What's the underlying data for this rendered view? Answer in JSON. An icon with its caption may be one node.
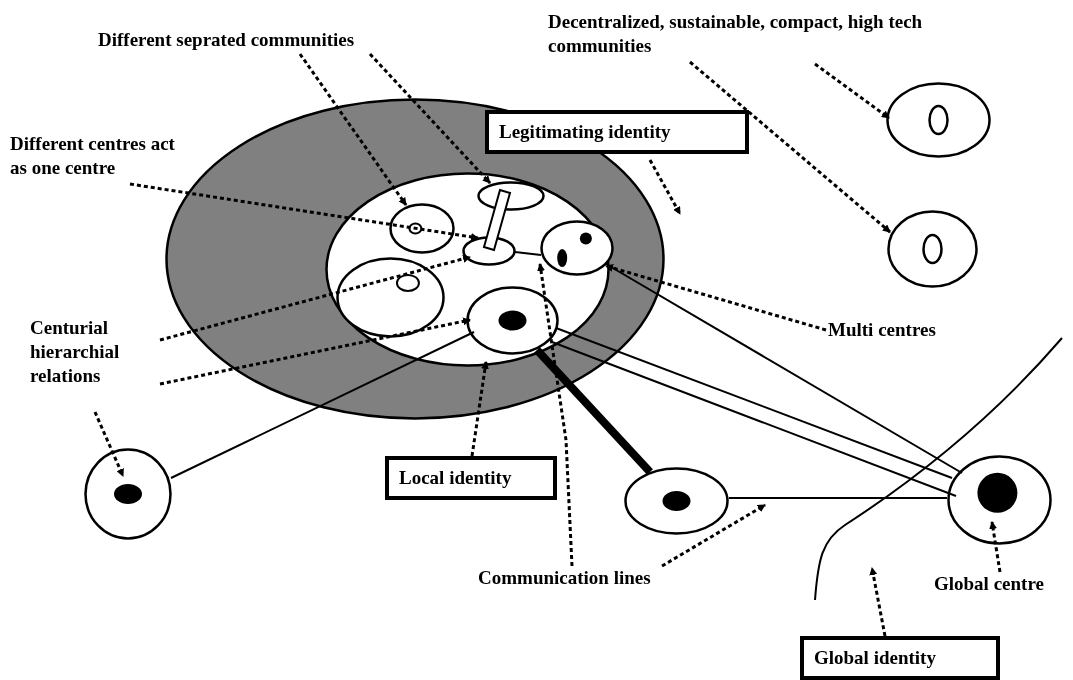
{
  "diagram": {
    "nodes": [
      {
        "text": [],
        "shape": "circle"
      },
      {
        "text": [],
        "shape": "circle",
        "in": 0
      },
      {
        "text": [
          "Different seprated communities"
        ]
      },
      {
        "text": [
          "Decentralized, sustainable, compact, high tech communities"
        ]
      },
      {
        "text": [
          "Legitimating identity"
        ]
      },
      {
        "text": [
          "Different centres act as one centre"
        ]
      },
      {
        "text": [
          "Centurial hierarchial relations"
        ]
      },
      {
        "text": [
          "Multi centres"
        ]
      },
      {
        "text": [
          "Local identity"
        ]
      },
      {
        "text": [
          "Communication lines"
        ]
      },
      {
        "text": [
          "Global centre"
        ]
      },
      {
        "text": [
          "Global identity"
        ]
      },
      {
        "text": [],
        "shape": "circle",
        "in": 1
      },
      {
        "text": [],
        "shape": "circle",
        "in": 1
      },
      {
        "text": [],
        "shape": "circle",
        "in": 1
      },
      {
        "text": [],
        "shape": "circle",
        "in": 1
      },
      {
        "text": [],
        "shape": "circle",
        "in": 1
      },
      {
        "text": [],
        "shape": "circle",
        "in": 1
      },
      {
        "text": [],
        "shape": "circle"
      },
      {
        "text": [],
        "shape": "circle"
      },
      {
        "text": [],
        "shape": "circle"
      },
      {
        "text": [],
        "shape": "circle"
      },
      {
        "text": [],
        "shape": "circle"
      }
    ],
    "edges": [
      {
        "from": 17,
        "to": 20,
        "arrow": "none"
      },
      {
        "from": 17,
        "to": 21,
        "arrow": "none",
        "style": "thick"
      },
      {
        "from": 17,
        "to": 22,
        "arrow": "none"
      },
      {
        "from": 17,
        "to": 22,
        "arrow": "none"
      },
      {
        "from": 15,
        "to": 22,
        "arrow": "none"
      },
      {
        "from": 21,
        "to": 22,
        "arrow": "none"
      },
      {
        "from": 14,
        "to": 15,
        "arrow": "none"
      },
      {
        "from": 2,
        "to": 12,
        "arrow": "to",
        "style": "dashed"
      },
      {
        "from": 2,
        "to": 13,
        "arrow": "to",
        "style": "dashed"
      },
      {
        "from": 3,
        "to": 18,
        "arrow": "to",
        "style": "dashed"
      },
      {
        "from": 3,
        "to": 19,
        "arrow": "to",
        "style": "dashed"
      },
      {
        "from": 4,
        "to": 0,
        "arrow": "to",
        "style": "dashed"
      },
      {
        "from": 5,
        "to": 14,
        "arrow": "to",
        "style": "dashed"
      },
      {
        "from": 6,
        "to": 14,
        "arrow": "to",
        "style": "dashed"
      },
      {
        "from": 6,
        "to": 17,
        "arrow": "to",
        "style": "dashed"
      },
      {
        "from": 6,
        "to": 20,
        "arrow": "to",
        "style": "dashed"
      },
      {
        "from": 7,
        "to": 15,
        "arrow": "to",
        "style": "dashed"
      },
      {
        "from": 8,
        "to": 1,
        "arrow": "to",
        "style": "dashed"
      },
      {
        "from": 9,
        "to": 15,
        "arrow": "to",
        "style": "dashed"
      },
      {
        "from": 9,
        "to": null,
        "arrow": "to",
        "style": "dashed"
      },
      {
        "from": 10,
        "to": 22,
        "arrow": "to",
        "style": "dashed"
      },
      {
        "from": 11,
        "to": null,
        "arrow": "to",
        "style": "dashed"
      }
    ]
  }
}
